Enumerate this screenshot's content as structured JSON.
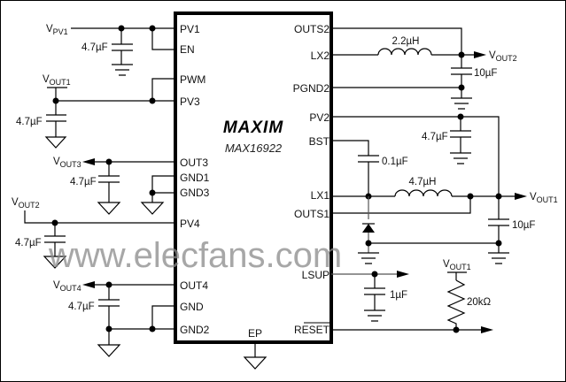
{
  "diagram": {
    "type": "circuit-schematic",
    "ic": {
      "logo": "MAXIM",
      "part_number": "MAX16922",
      "left_pins": [
        "PV1",
        "EN",
        "PWM",
        "PV3",
        "OUT3",
        "GND1",
        "GND3",
        "PV4",
        "OUT4",
        "GND",
        "GND2"
      ],
      "right_pins": [
        "OUTS2",
        "LX2",
        "PGND2",
        "PV2",
        "BST",
        "LX1",
        "OUTS1",
        "LSUP",
        "RESET"
      ],
      "bottom_pins": [
        "EP"
      ]
    },
    "nets": {
      "vpv1": {
        "label": "V",
        "sub": "PV1"
      },
      "vout1_left": {
        "label": "V",
        "sub": "OUT1"
      },
      "vout3": {
        "label": "V",
        "sub": "OUT3"
      },
      "vout2_left": {
        "label": "V",
        "sub": "OUT2"
      },
      "vout4": {
        "label": "V",
        "sub": "OUT4"
      },
      "vout2_right": {
        "label": "V",
        "sub": "OUT2"
      },
      "vout1_right": {
        "label": "V",
        "sub": "OUT1"
      },
      "vout1_reset": {
        "label": "V",
        "sub": "OUT1"
      }
    },
    "components": {
      "c_pv1": "4.7µF",
      "c_pv3": "4.7µF",
      "c_out3": "4.7µF",
      "c_pv4": "4.7µF",
      "c_out4": "4.7µF",
      "l_lx2": "2.2µH",
      "c_out2": "10µF",
      "c_pv2": "4.7µF",
      "c_bst": "0.1µF",
      "l_lx1": "4.7µH",
      "c_out1": "10µF",
      "c_lsup": "1µF",
      "r_reset": "20kΩ"
    },
    "watermark": "www.elecfans.com"
  }
}
